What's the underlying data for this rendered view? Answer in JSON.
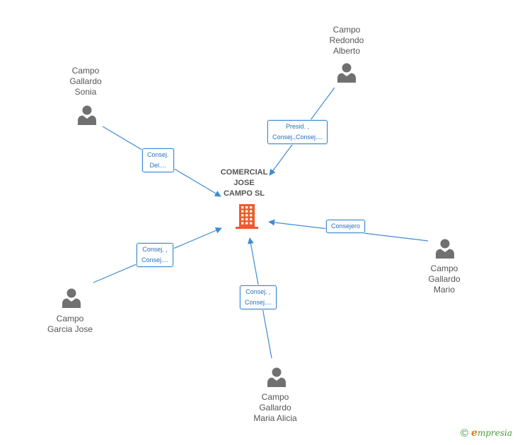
{
  "company": {
    "name_lines": [
      "COMERCIAL",
      "JOSE",
      "CAMPO SL"
    ],
    "color": "#f05a28"
  },
  "persons": [
    {
      "id": "redondo-alberto",
      "name_lines": [
        "Campo",
        "Redondo",
        "Alberto"
      ]
    },
    {
      "id": "gallardo-sonia",
      "name_lines": [
        "Campo",
        "Gallardo",
        "Sonia"
      ]
    },
    {
      "id": "gallardo-mario",
      "name_lines": [
        "Campo",
        "Gallardo",
        "Mario"
      ]
    },
    {
      "id": "garcia-jose",
      "name_lines": [
        "Campo",
        "Garcia Jose"
      ]
    },
    {
      "id": "gallardo-maria-alicia",
      "name_lines": [
        "Campo",
        "Gallardo",
        "Maria Alicia"
      ]
    }
  ],
  "relations": [
    {
      "from": "redondo-alberto",
      "label_lines": [
        "Presid. ,",
        "Consej.,Consej...."
      ]
    },
    {
      "from": "gallardo-sonia",
      "label_lines": [
        "Consej.",
        "Del...."
      ]
    },
    {
      "from": "gallardo-mario",
      "label_lines": [
        "Consejero"
      ]
    },
    {
      "from": "garcia-jose",
      "label_lines": [
        "Consej. ,",
        "Consej...."
      ]
    },
    {
      "from": "gallardo-maria-alicia",
      "label_lines": [
        "Consej. ,",
        "Consej...."
      ]
    }
  ],
  "colors": {
    "edge": "#3d8bd6",
    "person_icon": "#707070",
    "text": "#555555"
  },
  "footer": {
    "copyright_symbol": "©",
    "brand_initial": "e",
    "brand_rest": "mpresia"
  }
}
